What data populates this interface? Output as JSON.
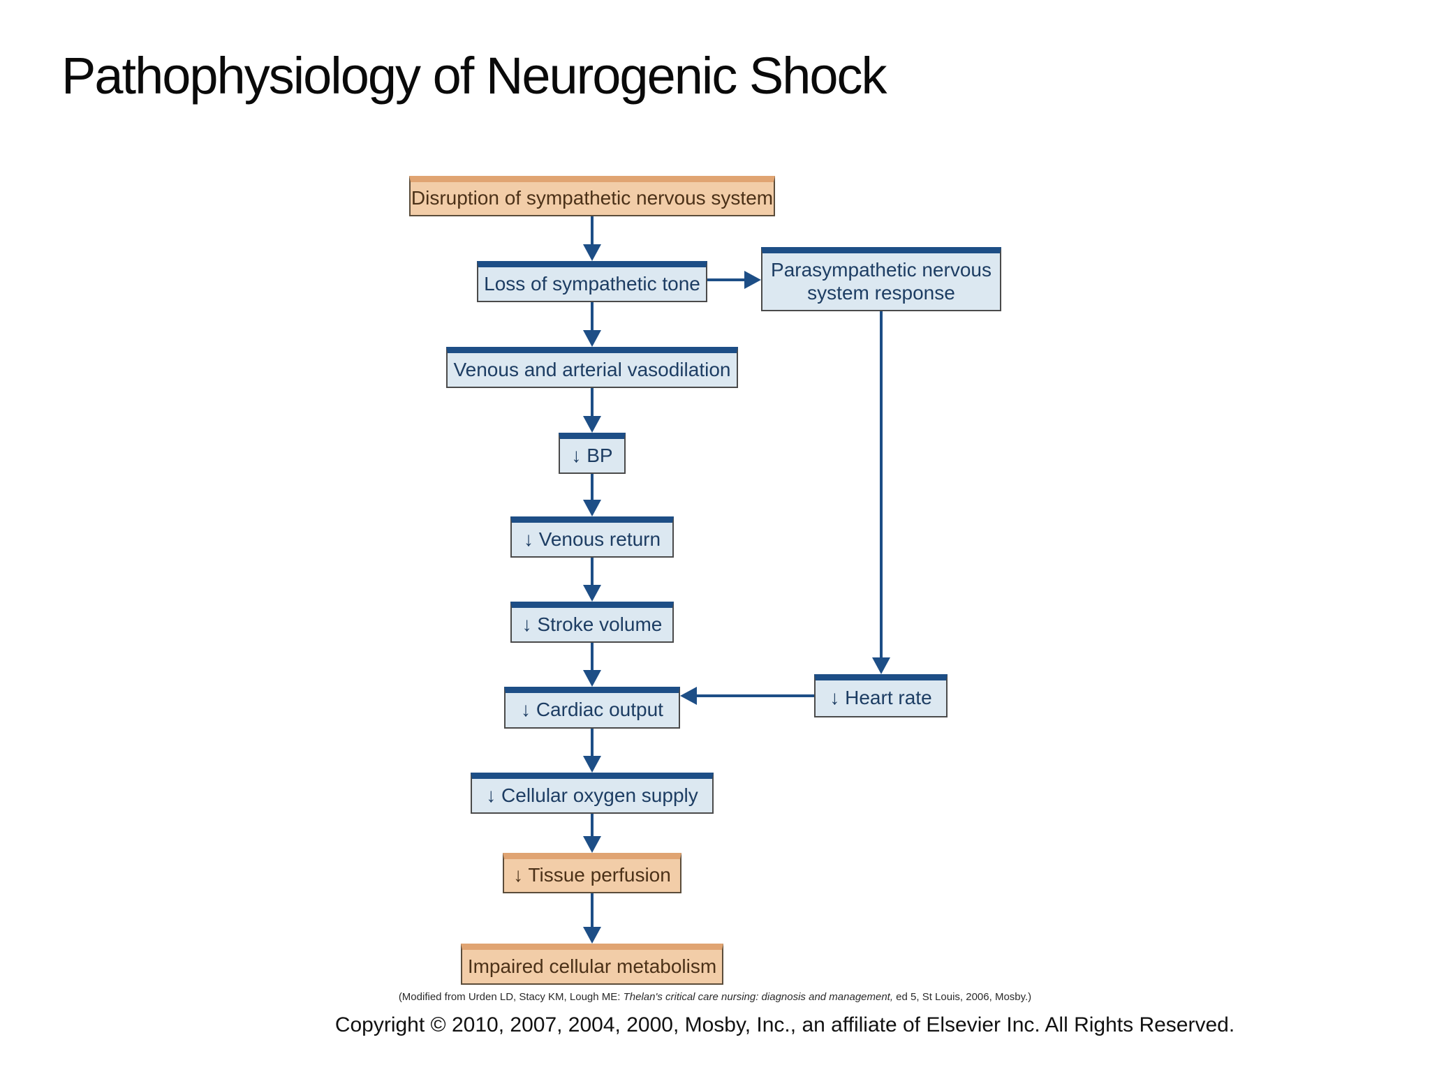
{
  "slide": {
    "title": "Pathophysiology of Neurogenic Shock",
    "citation_prefix": "(Modified from Urden LD, Stacy KM, Lough ME: ",
    "citation_italic": "Thelan's critical care nursing: diagnosis and management,",
    "citation_suffix": " ed 5, St Louis, 2006, Mosby.)",
    "copyright": "Copyright © 2010, 2007, 2004, 2000, Mosby, Inc., an affiliate of Elsevier Inc. All Rights Reserved."
  },
  "colors": {
    "arrow_navy": "#1d4e86",
    "blue_box_fill": "#dce8f1",
    "blue_box_topbar": "#1d4e86",
    "blue_box_text": "#1d3d63",
    "orange_box_fill": "#f2cda8",
    "orange_box_topbar": "#e0a472",
    "orange_box_text": "#4b3118",
    "box_border": "#4a4a4a",
    "background": "#ffffff"
  },
  "flowchart": {
    "nodes": {
      "disruption": {
        "label": "Disruption of sympathetic nervous system",
        "type": "orange"
      },
      "loss_tone": {
        "label": "Loss of sympathetic tone",
        "type": "blue"
      },
      "parasympathetic": {
        "label": "Parasympathetic nervous system response",
        "type": "blue"
      },
      "vasodilation": {
        "label": "Venous and arterial vasodilation",
        "type": "blue"
      },
      "bp": {
        "label": "↓ BP",
        "type": "blue"
      },
      "venous_return": {
        "label": "↓ Venous return",
        "type": "blue"
      },
      "stroke_volume": {
        "label": "↓ Stroke volume",
        "type": "blue"
      },
      "cardiac_output": {
        "label": "↓ Cardiac output",
        "type": "blue"
      },
      "heart_rate": {
        "label": "↓ Heart rate",
        "type": "blue"
      },
      "cellular_oxygen": {
        "label": "↓ Cellular oxygen supply",
        "type": "blue"
      },
      "tissue_perfusion": {
        "label": "↓ Tissue perfusion",
        "type": "orange"
      },
      "impaired_metabolism": {
        "label": "Impaired cellular metabolism",
        "type": "orange"
      }
    },
    "edges": [
      {
        "from": "disruption",
        "to": "loss_tone"
      },
      {
        "from": "loss_tone",
        "to": "parasympathetic"
      },
      {
        "from": "loss_tone",
        "to": "vasodilation"
      },
      {
        "from": "vasodilation",
        "to": "bp"
      },
      {
        "from": "bp",
        "to": "venous_return"
      },
      {
        "from": "venous_return",
        "to": "stroke_volume"
      },
      {
        "from": "stroke_volume",
        "to": "cardiac_output"
      },
      {
        "from": "parasympathetic",
        "to": "heart_rate"
      },
      {
        "from": "heart_rate",
        "to": "cardiac_output"
      },
      {
        "from": "cardiac_output",
        "to": "cellular_oxygen"
      },
      {
        "from": "cellular_oxygen",
        "to": "tissue_perfusion"
      },
      {
        "from": "tissue_perfusion",
        "to": "impaired_metabolism"
      }
    ]
  }
}
